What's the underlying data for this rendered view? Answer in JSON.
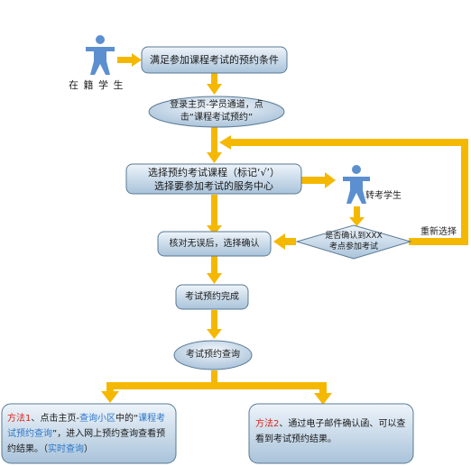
{
  "nodes": {
    "eligibility": "满足参加课程考试的预约条件",
    "login": "登录主页-学员通道，点击“课程考试预约”",
    "select_course_l1": "选择预约考试课程（标记‘√’）",
    "select_course_l2": "选择要参加考试的服务中心",
    "verify": "核对无误后，选择确认",
    "decision_l1": "是否确认到XXX",
    "decision_l2": "考点参加考试",
    "complete": "考试预约完成",
    "query": "考试预约查询"
  },
  "actors": {
    "enrolled_student": "在 籍 学 生",
    "transfer_student": "转考学生"
  },
  "edges": {
    "reselect": "重新选择"
  },
  "method1": {
    "prefix": "方法1",
    "t1": "、点击主页-",
    "link1": "查询小区",
    "t2": "中的“",
    "link2": "课程考试预约查询",
    "t3": "”，进入网上预约查询查看预约结果。（",
    "link3": "实时查询",
    "t4": "）"
  },
  "method2": {
    "prefix": "方法2",
    "text": "、通过电子邮件确认函、可以查看到考试预约结果。"
  },
  "colors": {
    "arrow": "#f5b800",
    "box_top": "#e9f1f8",
    "box_bottom": "#a8c2da",
    "box_border": "#5a7a94",
    "actor": "#5b8fcf",
    "method_prefix": "#d8261c",
    "link": "#2d77c9"
  },
  "icons": [
    "person-icon"
  ]
}
